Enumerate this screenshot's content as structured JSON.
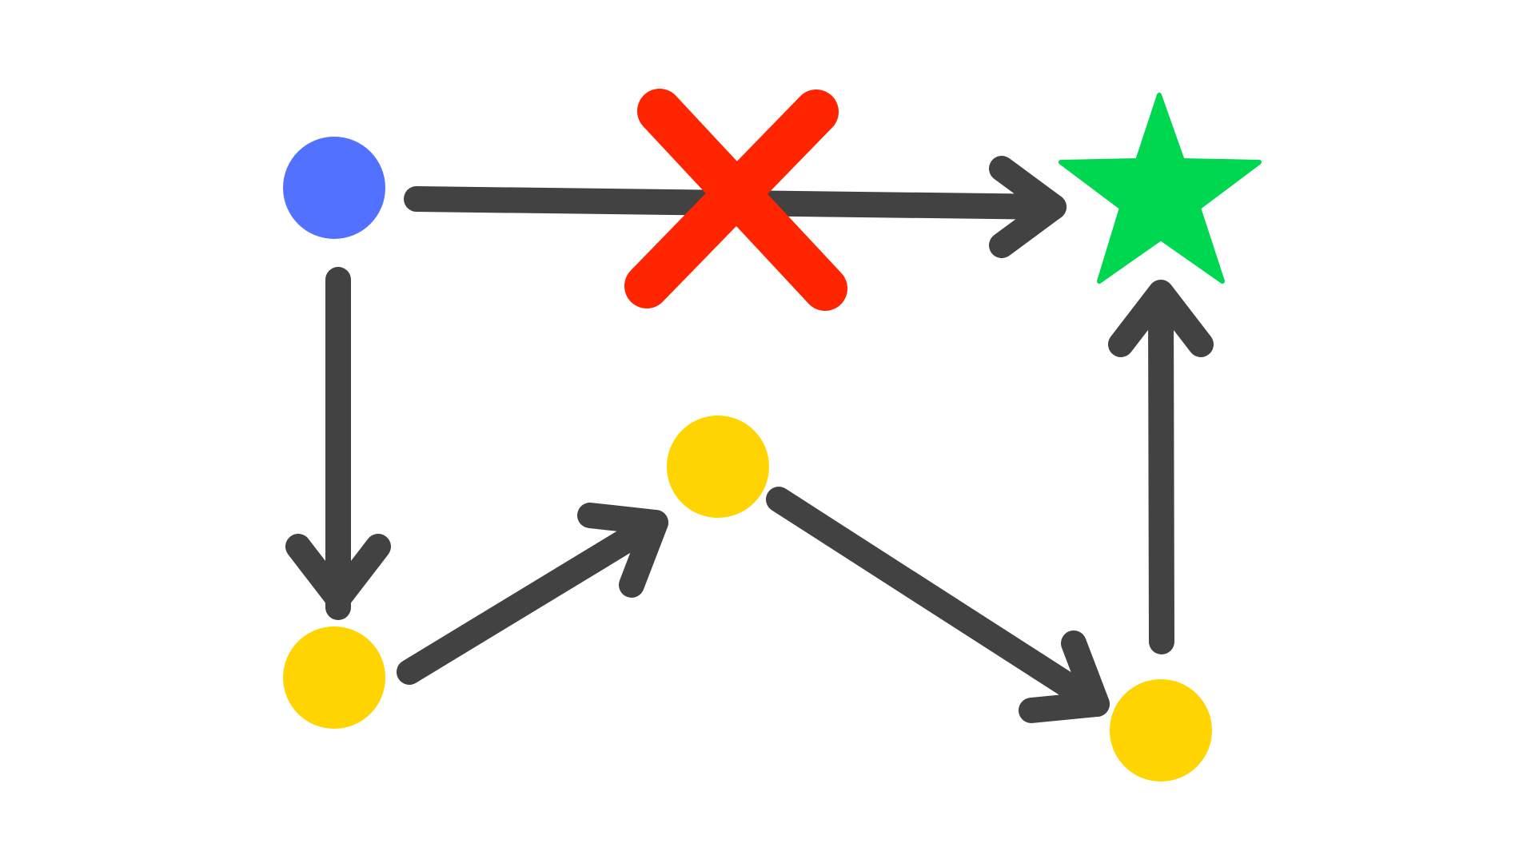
{
  "colors": {
    "background": "#ffffff",
    "arrow": "#424242",
    "start_node": "#5271ff",
    "waypoint_node": "#ffd400",
    "goal_star": "#00d750",
    "blocked_mark": "#ff2500"
  },
  "diagram": {
    "nodes": [
      {
        "id": "start",
        "kind": "circle",
        "color_key": "start_node"
      },
      {
        "id": "waypoint-1",
        "kind": "circle",
        "color_key": "waypoint_node"
      },
      {
        "id": "waypoint-2",
        "kind": "circle",
        "color_key": "waypoint_node"
      },
      {
        "id": "waypoint-3",
        "kind": "circle",
        "color_key": "waypoint_node"
      },
      {
        "id": "goal",
        "kind": "star",
        "color_key": "goal_star"
      }
    ],
    "edges": [
      {
        "id": "start-to-goal",
        "from": "start",
        "to": "goal",
        "blocked": true
      },
      {
        "id": "start-to-waypoint-1",
        "from": "start",
        "to": "waypoint-1",
        "blocked": false
      },
      {
        "id": "waypoint-1-to-waypoint-2",
        "from": "waypoint-1",
        "to": "waypoint-2",
        "blocked": false
      },
      {
        "id": "waypoint-2-to-waypoint-3",
        "from": "waypoint-2",
        "to": "waypoint-3",
        "blocked": false
      },
      {
        "id": "waypoint-3-to-goal",
        "from": "waypoint-3",
        "to": "goal",
        "blocked": false
      }
    ],
    "icons": [
      "blocked-x-icon",
      "goal-star-icon",
      "arrow-icon"
    ]
  }
}
